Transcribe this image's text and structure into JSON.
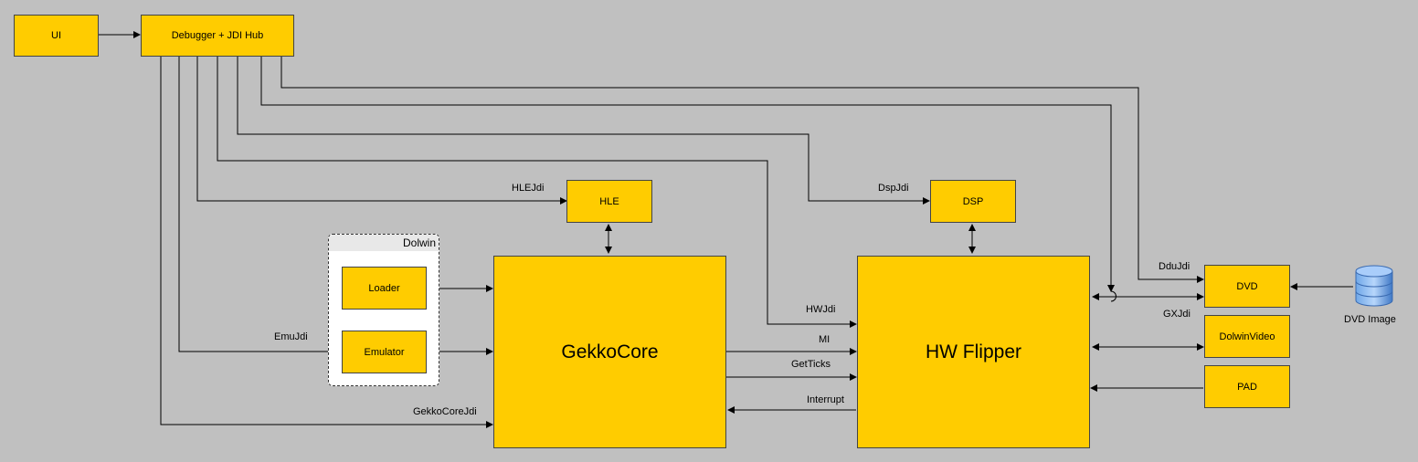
{
  "nodes": {
    "ui": "UI",
    "debugger": "Debugger + JDI Hub",
    "hle": "HLE",
    "dsp": "DSP",
    "loader": "Loader",
    "emulator": "Emulator",
    "gekko": "GekkoCore",
    "flipper": "HW Flipper",
    "dvd": "DVD",
    "video": "DolwinVideo",
    "pad": "PAD"
  },
  "group": {
    "title": "Dolwin"
  },
  "database": {
    "label": "DVD Image"
  },
  "edges": {
    "hlejdi": "HLEJdi",
    "dspjdi": "DspJdi",
    "emujdi": "EmuJdi",
    "gekkocorejdi": "GekkoCoreJdi",
    "hwjdi": "HWJdi",
    "mi": "MI",
    "getticks": "GetTicks",
    "interrupt": "Interrupt",
    "dvdjdi": "DduJdi",
    "gxjdi": "GXJdi"
  },
  "colors": {
    "box": "#ffcc00",
    "background": "#c0c0c0",
    "line": "#000000"
  }
}
